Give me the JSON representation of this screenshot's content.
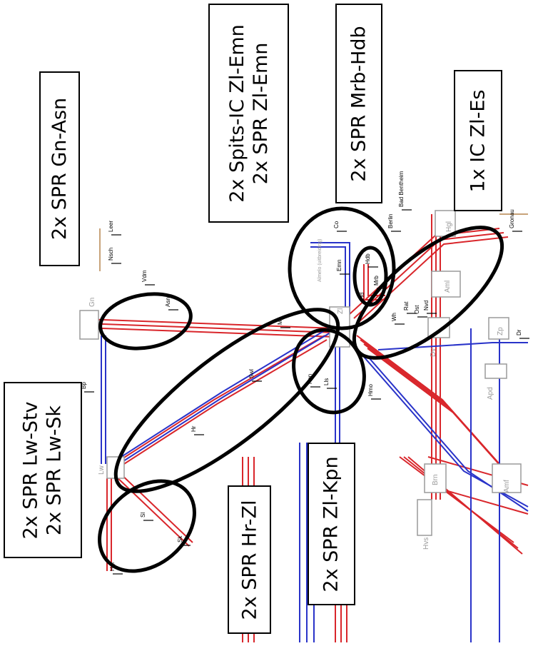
{
  "colors": {
    "intercity": "#d9262b",
    "sprinter": "#2933c9",
    "border": "#000000",
    "station": "#9a9a9a",
    "foreign": "#c8a37a",
    "background": "#ffffff"
  },
  "callouts": [
    {
      "id": "gn-asn",
      "lines": [
        "2x SPR Gn-Asn"
      ]
    },
    {
      "id": "zl-emn",
      "lines": [
        "2x Spits-IC Zl-Emn",
        "2x SPR Zl-Emn"
      ]
    },
    {
      "id": "mrb-hdb",
      "lines": [
        "2x SPR Mrb-Hdb"
      ]
    },
    {
      "id": "zl-es",
      "lines": [
        "1x IC Zl-Es"
      ]
    },
    {
      "id": "lw-stv-sk",
      "lines": [
        "2x SPR Lw-Stv",
        "2x SPR Lw-Sk"
      ]
    },
    {
      "id": "zl-kpn",
      "lines": [
        "2x SPR Zl-Kpn"
      ]
    },
    {
      "id": "hr-zl",
      "lines": [
        "2x SPR Hr-Zl"
      ]
    }
  ],
  "map": {
    "major_stations": [
      "Gn",
      "Lw",
      "Zl",
      "Dv",
      "Hgl",
      "Aml",
      "Zp",
      "Amf",
      "Apd",
      "Hvs",
      "Brn"
    ],
    "minor_stations": [
      "Leer",
      "Nsch",
      "Vdm",
      "Asn",
      "Bp",
      "Hr",
      "Sl",
      "Sk",
      "Hgl",
      "Mp",
      "Swl",
      "Kpn",
      "Lls",
      "Hmo",
      "Hd",
      "Mrb",
      "Hdb",
      "Co",
      "Emn",
      "Wh",
      "Rat",
      "Ost",
      "Nvd",
      "Berlin",
      "Bad Bentheim",
      "Gronau",
      "Dr"
    ],
    "annotation": "Almelo (uitbreiding)"
  }
}
